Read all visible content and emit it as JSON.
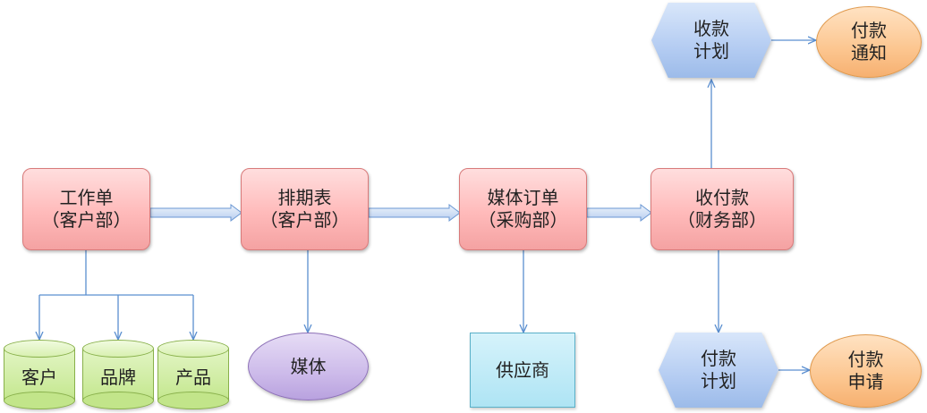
{
  "nodes": {
    "work_order": {
      "line1": "工作单",
      "line2": "（客户部）"
    },
    "schedule": {
      "line1": "排期表",
      "line2": "（客户部）"
    },
    "media_order": {
      "line1": "媒体订单",
      "line2": "（采购部）"
    },
    "collect_pay": {
      "line1": "收付款",
      "line2": "（财务部）"
    },
    "collection_plan": {
      "line1": "收款",
      "line2": "计划"
    },
    "payment_notice": {
      "line1": "付款",
      "line2": "通知"
    },
    "payment_plan": {
      "line1": "付款",
      "line2": "计划"
    },
    "payment_request": {
      "line1": "付款",
      "line2": "申请"
    },
    "customer": {
      "label": "客户"
    },
    "brand": {
      "label": "品牌"
    },
    "product": {
      "label": "产品"
    },
    "media": {
      "label": "媒体"
    },
    "supplier": {
      "label": "供应商"
    }
  },
  "colors": {
    "process_fill": "#ffbaba",
    "hexagon_fill": "#b4ccf2",
    "oval_fill": "#fcc690",
    "cylinder_fill": "#c4e78e",
    "media_fill": "#cdbbea",
    "supplier_fill": "#aee4f4",
    "connector": "#5b8fd0"
  }
}
